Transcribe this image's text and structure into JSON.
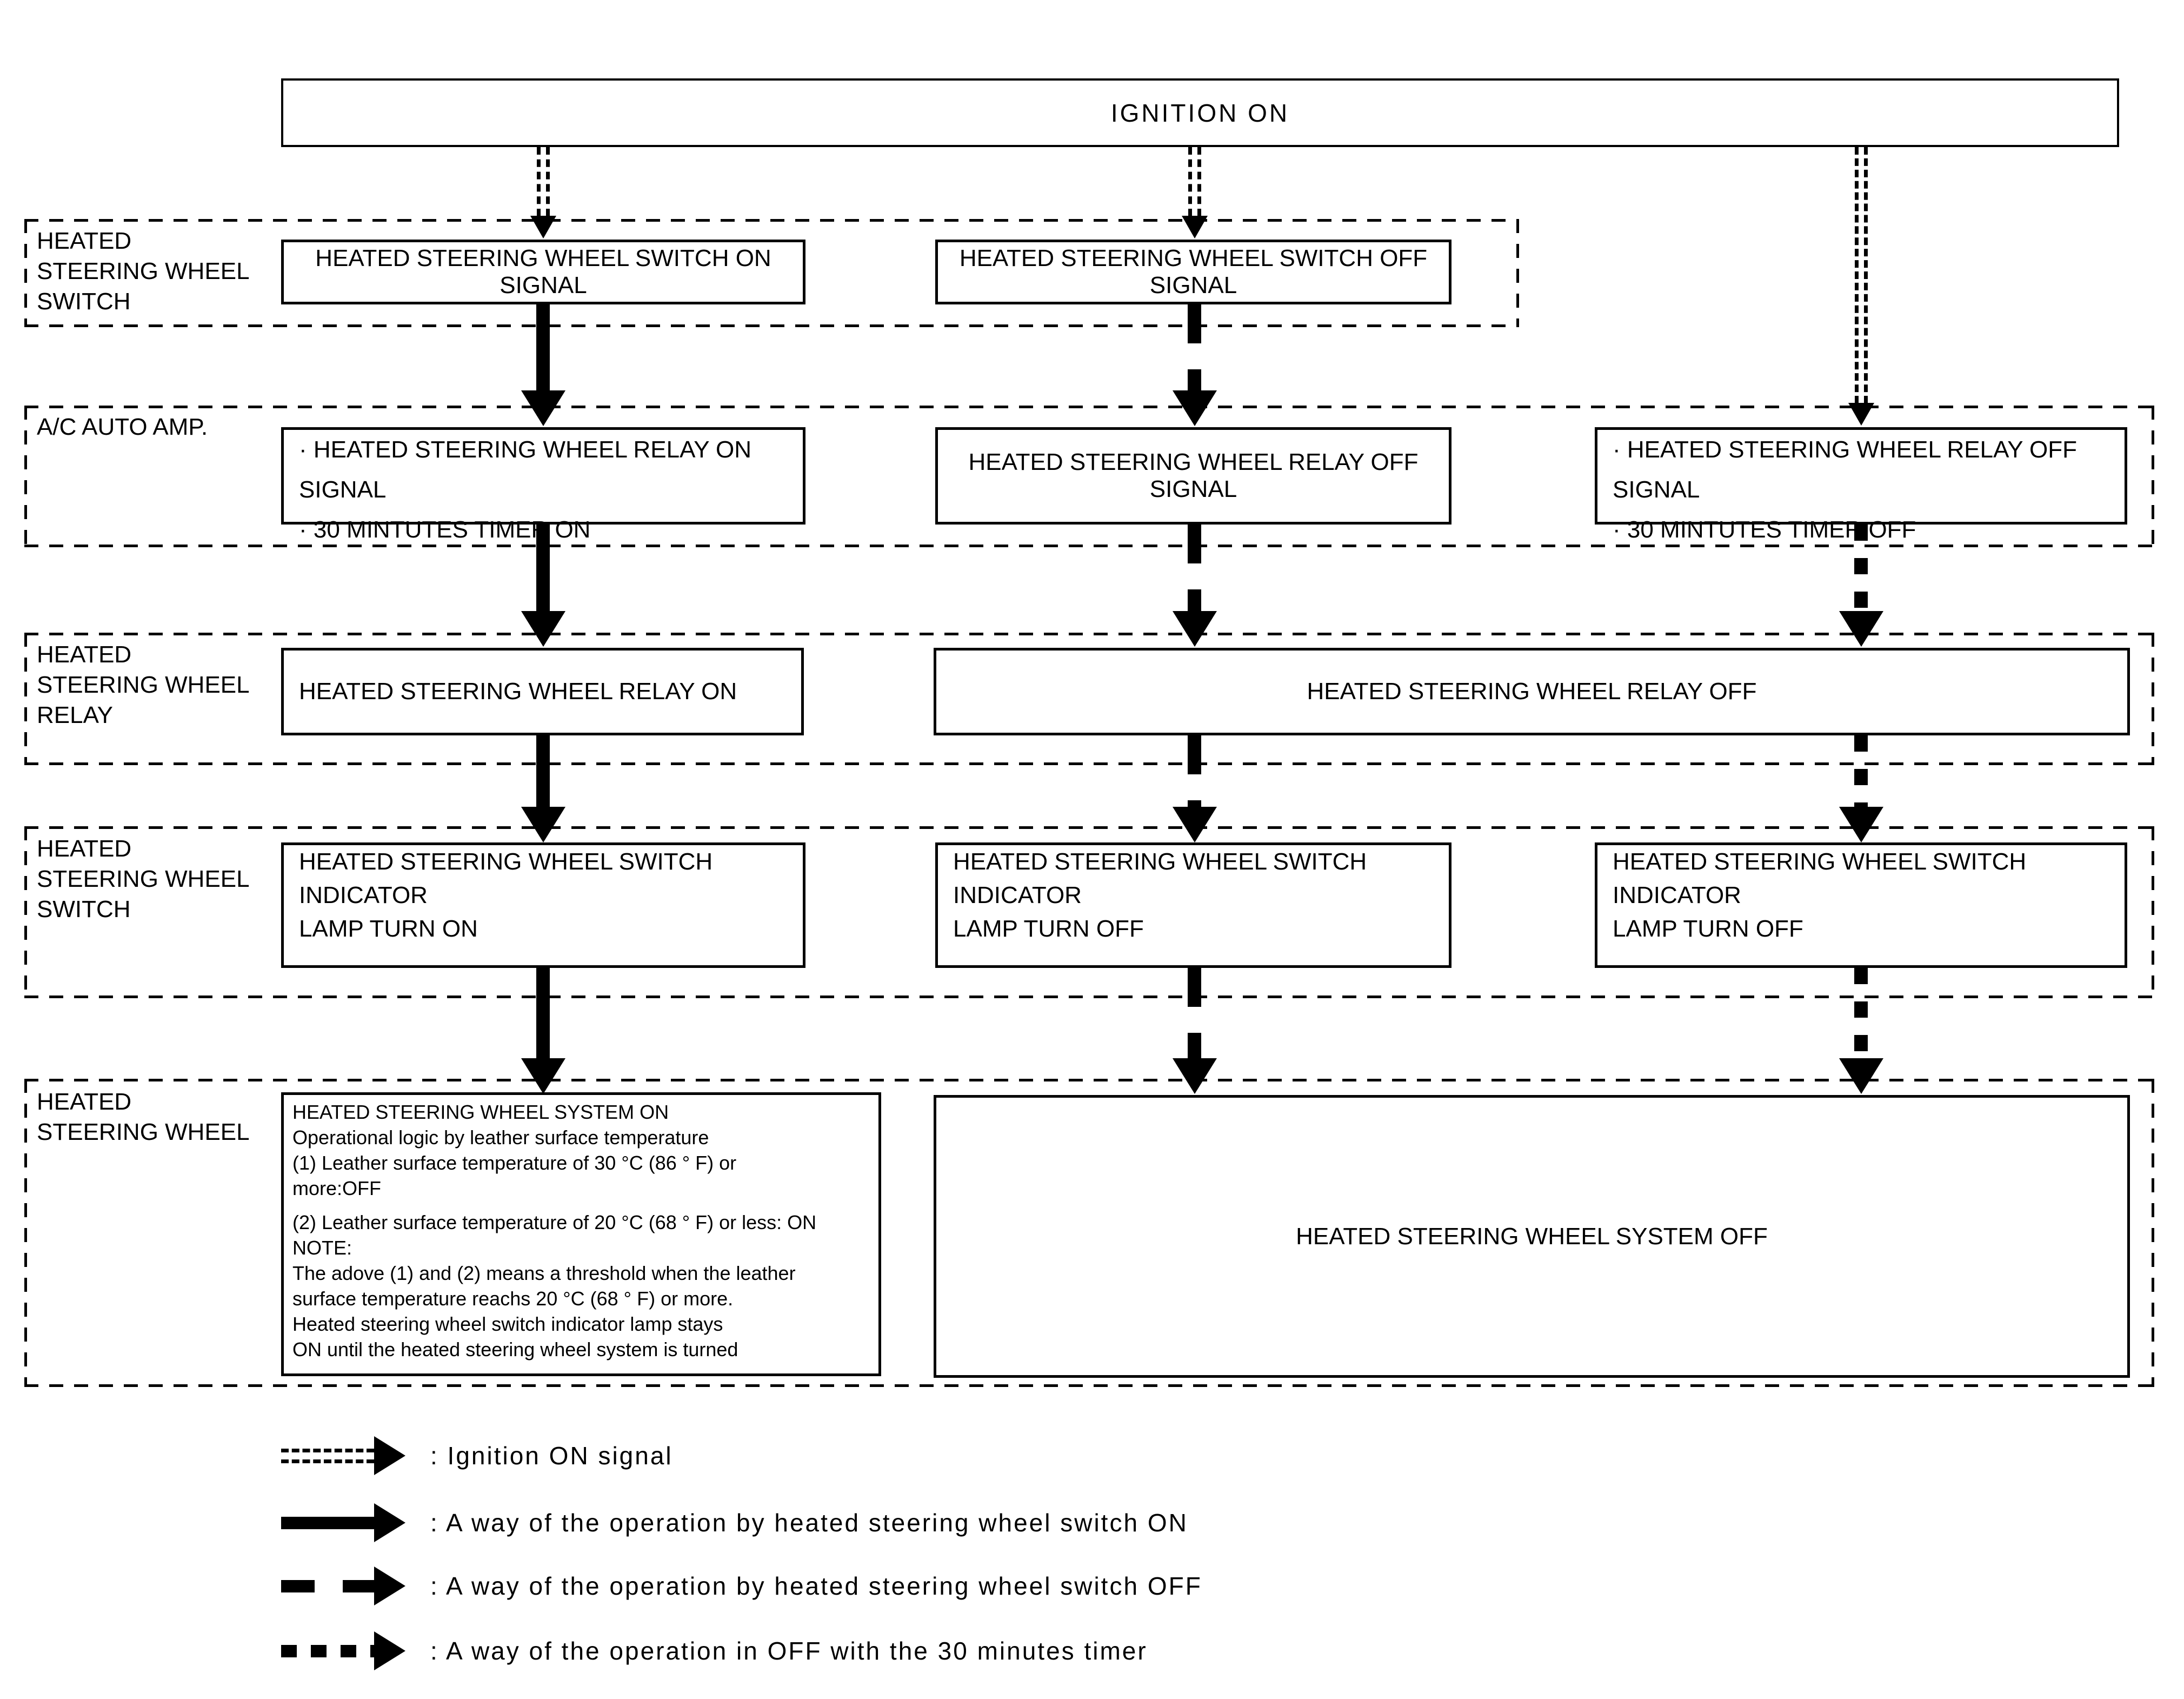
{
  "diagram": {
    "title": "IGNITION ON",
    "row1": {
      "label_l1": "HEATED",
      "label_l2": "STEERING WHEEL",
      "label_l3": "SWITCH",
      "on_box": "HEATED STEERING WHEEL SWITCH ON SIGNAL",
      "off_box": "HEATED STEERING WHEEL SWITCH OFF SIGNAL"
    },
    "row2": {
      "label": "A/C AUTO AMP.",
      "on_box_l1": "· HEATED STEERING WHEEL RELAY ON SIGNAL",
      "on_box_l2": "· 30 MINTUTES TIMER ON",
      "off_box": "HEATED STEERING WHEEL RELAY OFF SIGNAL",
      "timer_box_l1": "· HEATED STEERING WHEEL RELAY OFF SIGNAL",
      "timer_box_l2": "· 30 MINTUTES TIMER OFF"
    },
    "row3": {
      "label_l1": "HEATED",
      "label_l2": "STEERING WHEEL",
      "label_l3": "RELAY",
      "on_box": "HEATED STEERING WHEEL RELAY ON",
      "off_box": "HEATED STEERING WHEEL RELAY OFF"
    },
    "row4": {
      "label_l1": "HEATED",
      "label_l2": "STEERING WHEEL",
      "label_l3": "SWITCH",
      "on_box_l1": "HEATED STEERING WHEEL SWITCH INDICATOR",
      "on_box_l2": "LAMP TURN ON",
      "off_box1_l1": "HEATED STEERING WHEEL SWITCH INDICATOR",
      "off_box1_l2": "LAMP TURN OFF",
      "off_box2_l1": "HEATED STEERING WHEEL SWITCH INDICATOR",
      "off_box2_l2": "LAMP TURN OFF"
    },
    "row5": {
      "label_l1": "HEATED",
      "label_l2": "STEERING WHEEL",
      "on_box_lines": [
        "HEATED STEERING WHEEL SYSTEM ON",
        "Operational logic by leather surface temperature",
        "(1) Leather surface temperature of 30 °C (86 ° F) or",
        "more:OFF",
        "(2) Leather surface temperature of 20 °C (68 ° F) or less: ON",
        "NOTE:",
        "The adove (1) and (2) means a threshold when the leather",
        "surface temperature reachs 20 °C (68 ° F) or more.",
        "Heated steering wheel switch indicator lamp stays",
        "ON until the heated steering wheel system is turned"
      ],
      "off_box": "HEATED STEERING WHEEL SYSTEM OFF"
    },
    "legend": {
      "ignition": ": Ignition ON signal",
      "switch_on": ": A way of the operation by heated steering wheel switch ON",
      "switch_off": ": A way of the operation by heated steering wheel switch OFF",
      "timer_off": ": A way of the operation in OFF with the 30 minutes timer"
    },
    "colors": {
      "ink": "#000000",
      "paper": "#ffffff"
    }
  }
}
